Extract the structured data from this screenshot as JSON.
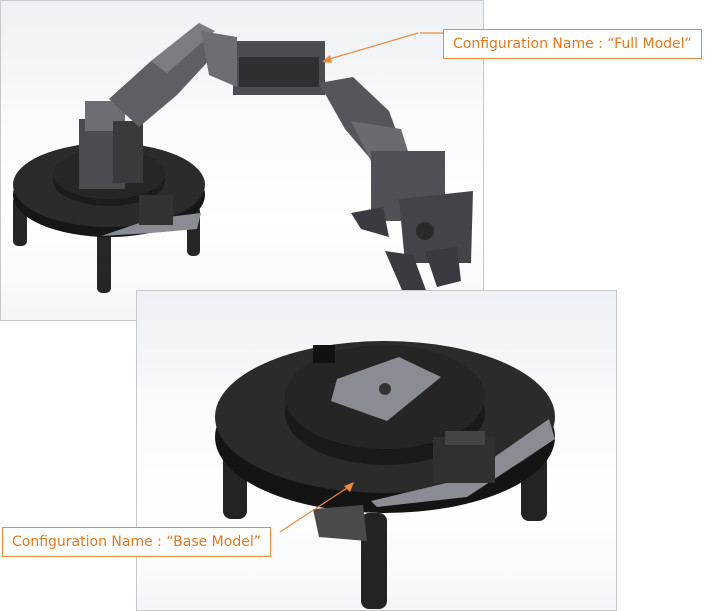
{
  "views": [
    {
      "id": "full",
      "callout": "Configuration Name : “Full Model”"
    },
    {
      "id": "base",
      "callout": "Configuration Name : “Base Model”"
    }
  ],
  "colors": {
    "accent": "#e98a3c",
    "callout_text": "#e07a1f",
    "model_dark": "#1e1e1e",
    "model_mid": "#3a3a3c",
    "model_light": "#6d6e73",
    "bracket": "#8a8c93"
  }
}
